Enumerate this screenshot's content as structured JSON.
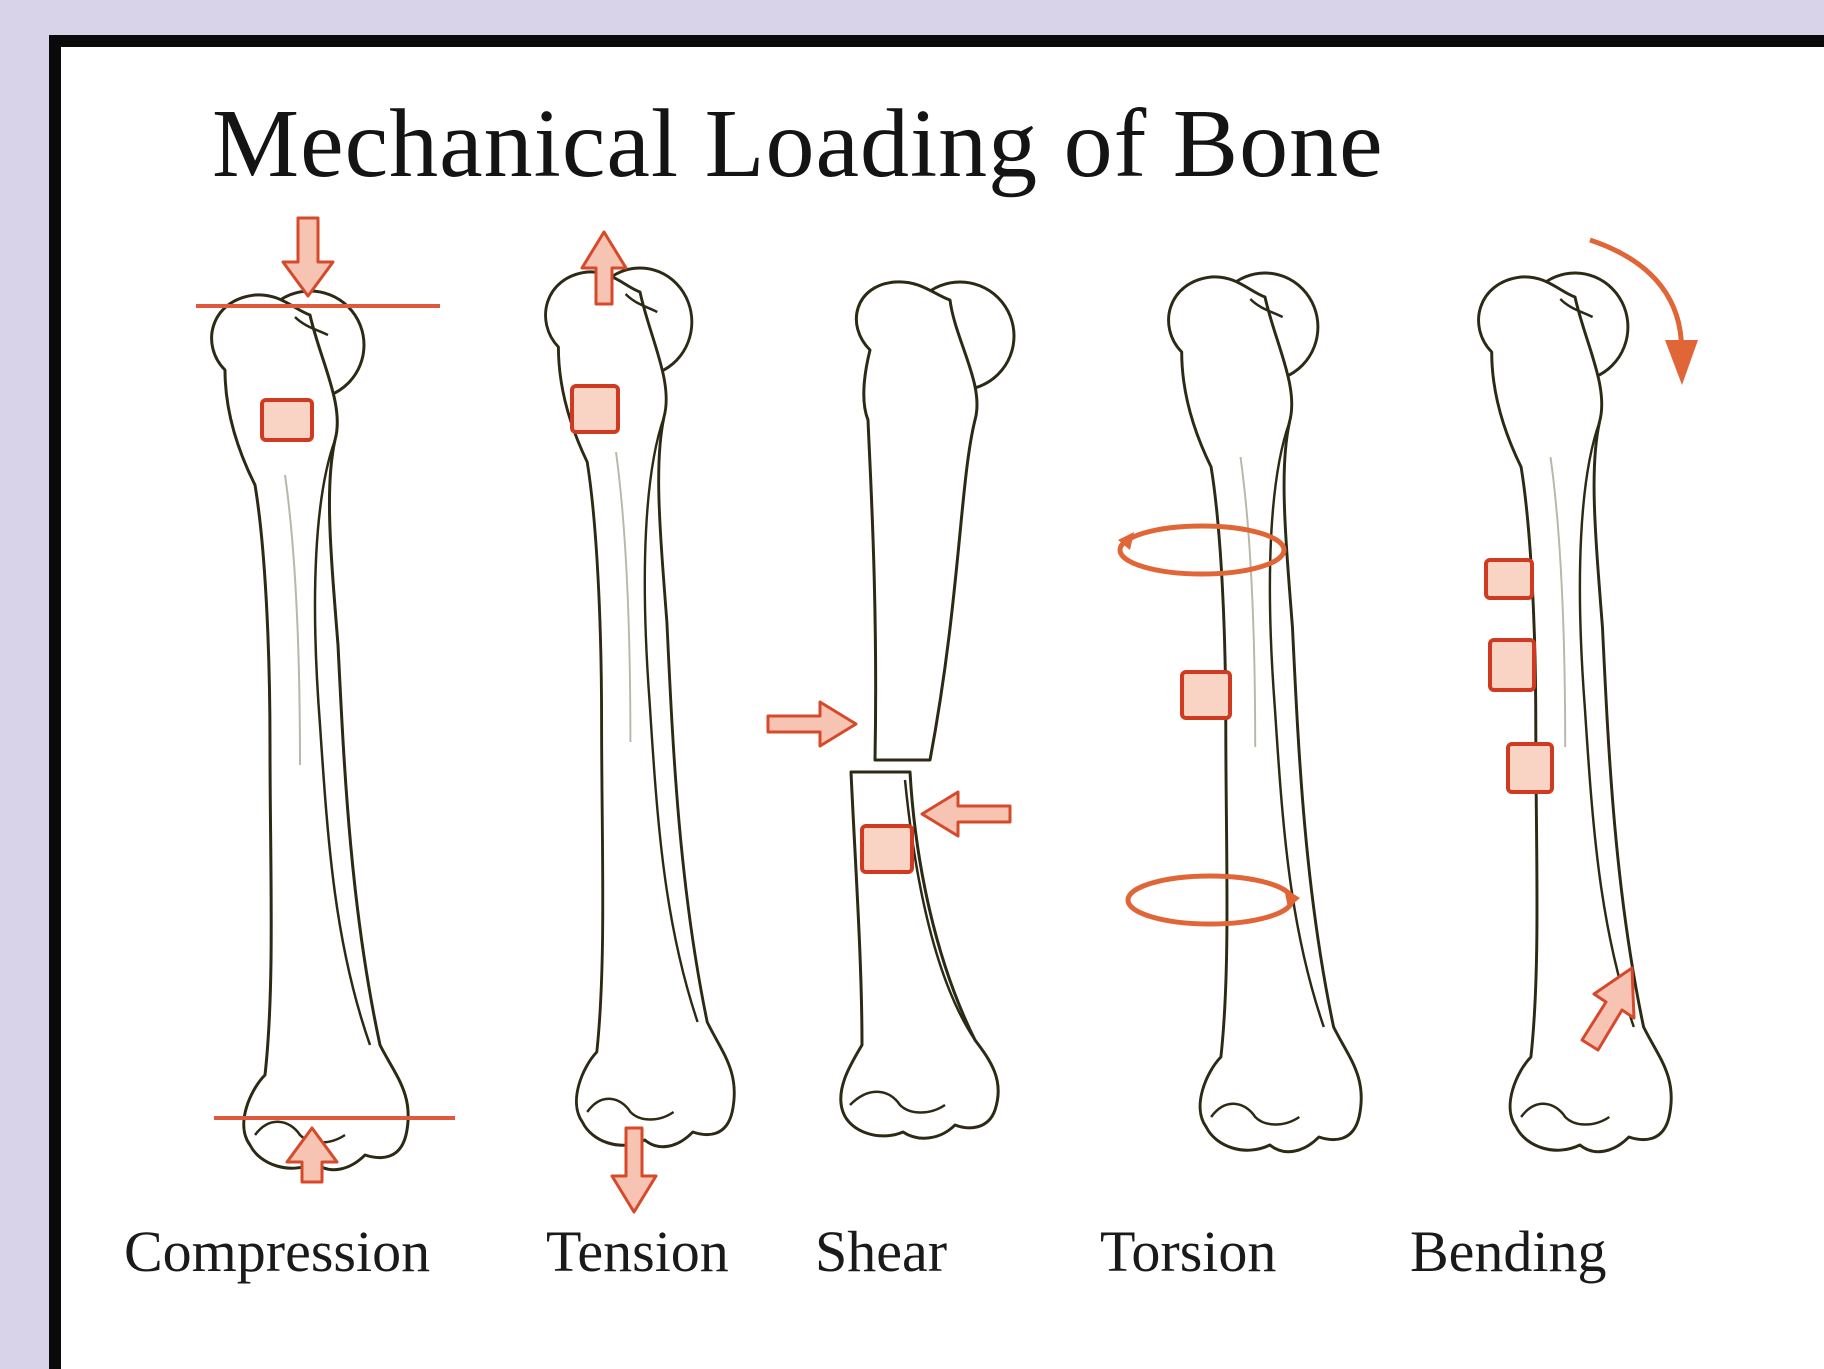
{
  "title": "Mechanical Loading of Bone",
  "loads": [
    {
      "key": "compression",
      "label": "Compression"
    },
    {
      "key": "tension",
      "label": "Tension"
    },
    {
      "key": "shear",
      "label": "Shear"
    },
    {
      "key": "torsion",
      "label": "Torsion"
    },
    {
      "key": "bending",
      "label": "Bending"
    }
  ],
  "colors": {
    "background": "#d9d3ea",
    "frame": "#0a0a0a",
    "arrow_stroke": "#d44a2a",
    "arrow_fill": "#f7c4b4",
    "bone_outline": "#2c2a14"
  }
}
